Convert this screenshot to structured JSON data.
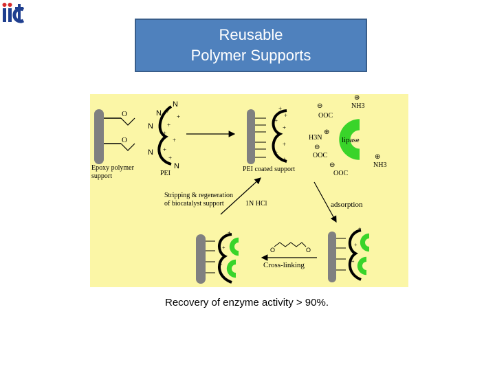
{
  "logo": {
    "text": "iict"
  },
  "title": {
    "line1": "Reusable",
    "line2": "Polymer Supports"
  },
  "diagram": {
    "epoxy_label_1": "Epoxy polymer",
    "epoxy_label_2": "support",
    "pei_label": "PEI",
    "pei_coated_label": "PEI coated support",
    "lipase_label": "lipase",
    "stripping_1": "Stripping & regeneration",
    "stripping_2": "of biocatalyst support",
    "hcl_label": "1N HCl",
    "adsorption_label": "adsorption",
    "crosslinking_label": "Cross-linking",
    "nh3": "NH3",
    "h3n": "H3N",
    "ooc": "OOC",
    "n_atom": "N",
    "epoxy_o": "O"
  },
  "caption": "Recovery of enzyme activity > 90%.",
  "colors": {
    "title_bg": "#4f81bd",
    "diagram_bg": "#fbf6a6",
    "enzyme": "#39d42a",
    "support": "#808080"
  }
}
